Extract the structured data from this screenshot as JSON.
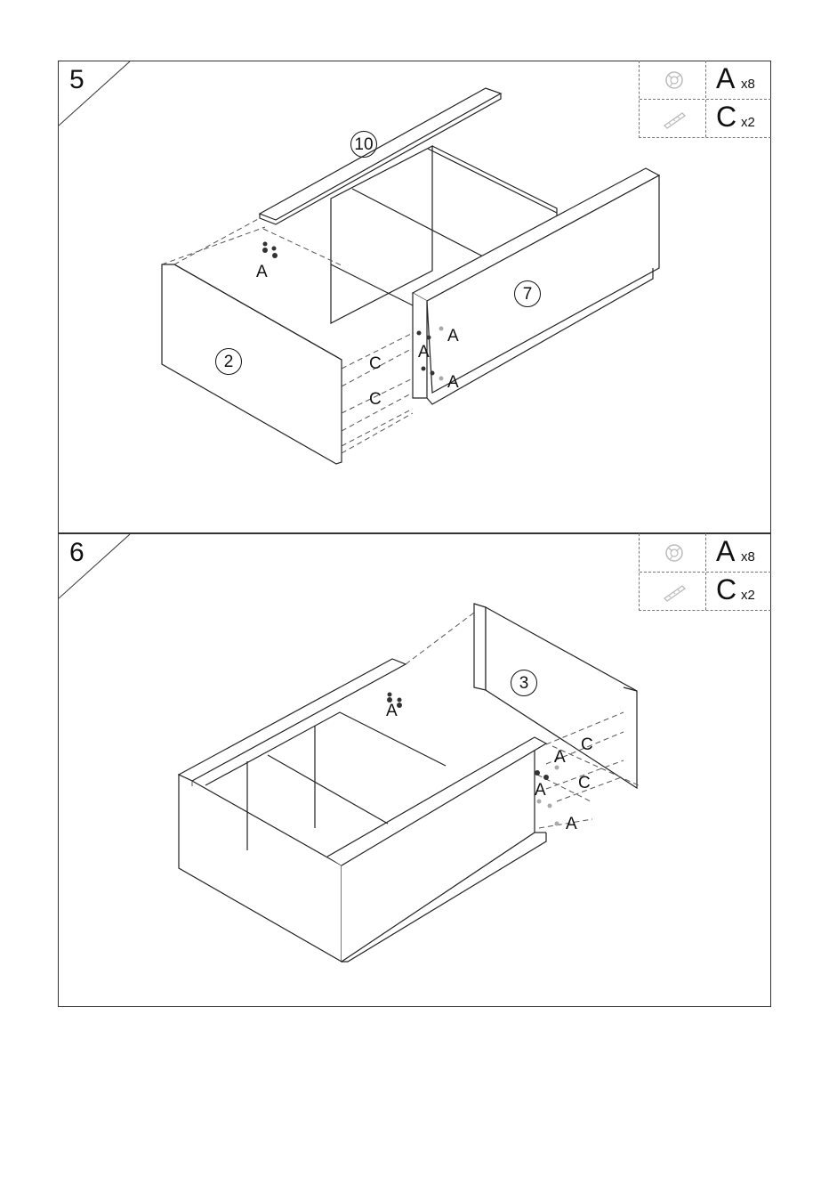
{
  "steps": [
    {
      "number": "5",
      "parts": [
        {
          "letter": "A",
          "qty": "x8",
          "icon": "cam-lock-icon"
        },
        {
          "letter": "C",
          "qty": "x2",
          "icon": "wooden-dowel-icon"
        }
      ],
      "panel_labels": [
        "10",
        "7",
        "2"
      ],
      "hardware_labels": [
        "A",
        "A",
        "A",
        "A",
        "C",
        "C"
      ]
    },
    {
      "number": "6",
      "parts": [
        {
          "letter": "A",
          "qty": "x8",
          "icon": "cam-lock-icon"
        },
        {
          "letter": "C",
          "qty": "x2",
          "icon": "wooden-dowel-icon"
        }
      ],
      "panel_labels": [
        "3"
      ],
      "hardware_labels": [
        "A",
        "A",
        "A",
        "C",
        "C"
      ]
    }
  ]
}
